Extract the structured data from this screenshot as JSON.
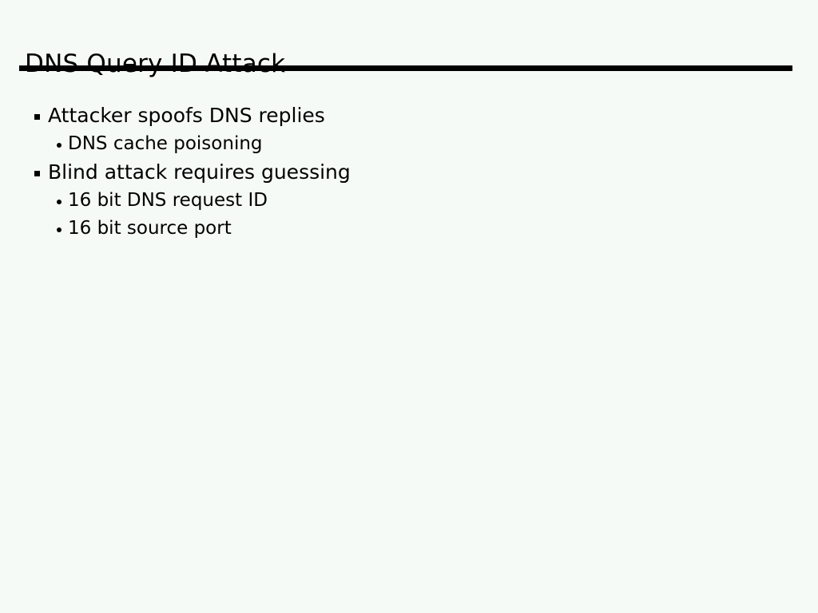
{
  "slide": {
    "title": "DNS Query ID Attack",
    "background_color": "#f6faf7",
    "text_color": "#000000",
    "rule_color": "#000000",
    "bullets": [
      {
        "level": 1,
        "marker": "square-bullet-icon",
        "text": "Attacker spoofs DNS replies"
      },
      {
        "level": 2,
        "marker": "round-bullet-icon",
        "text": "DNS cache poisoning"
      },
      {
        "level": 1,
        "marker": "square-bullet-icon",
        "text": "Blind attack requires guessing"
      },
      {
        "level": 2,
        "marker": "round-bullet-icon",
        "text": "16 bit DNS request ID"
      },
      {
        "level": 2,
        "marker": "round-bullet-icon",
        "text": "16 bit source port"
      }
    ]
  }
}
